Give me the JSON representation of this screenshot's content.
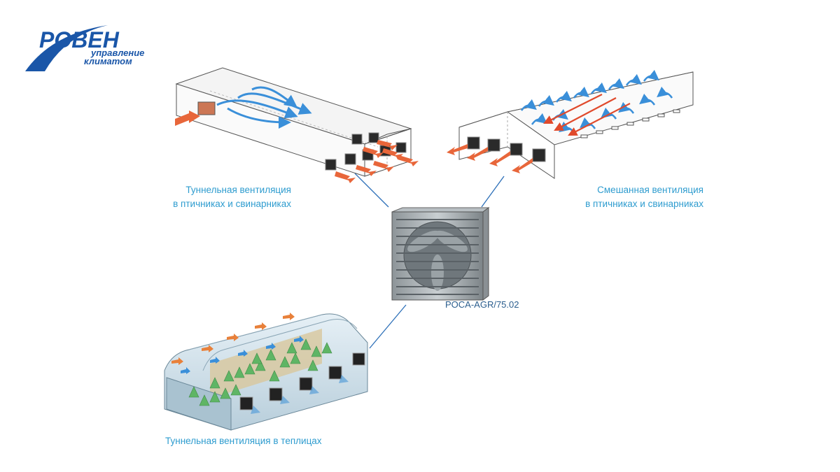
{
  "logo": {
    "brand": "РОВЕН",
    "tagline_line1": "управление",
    "tagline_line2": "климатом",
    "brand_color": "#1a56a8"
  },
  "fan": {
    "model": "POCA-AGR/75.02"
  },
  "captions": {
    "tunnel_poultry_line1": "Туннельная вентиляция",
    "tunnel_poultry_line2": "в птичниках и свинарниках",
    "mixed_line1": "Смешанная вентиляция",
    "mixed_line2": "в птичниках и свинарниках",
    "greenhouse": "Туннельная вентиляция в теплицах"
  },
  "colors": {
    "caption": "#2e9ccf",
    "connector": "#2c6fb8",
    "airflow_in": "#e8663a",
    "airflow_inside": "#3a8fd9"
  }
}
